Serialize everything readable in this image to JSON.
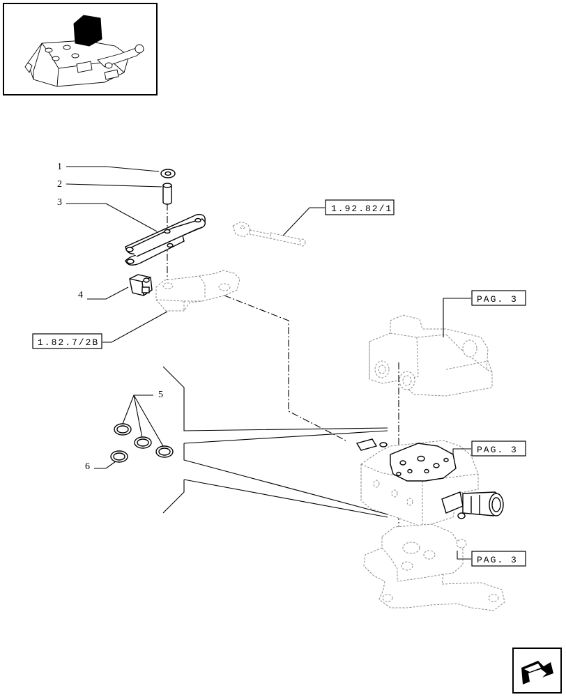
{
  "callouts": {
    "item_1": "1",
    "item_2": "2",
    "item_3": "3",
    "item_4": "4",
    "item_5": "5",
    "item_6": "6"
  },
  "references": {
    "ref_19282": "1.92.82/1",
    "ref_1827": "1.82.7/2B",
    "pag_top": "PAG. 3",
    "pag_mid": "PAG. 3",
    "pag_bottom": "PAG. 3"
  },
  "icons": {
    "thumbnail": "hydraulic-lift-thumbnail-icon",
    "navigation": "next-page-arrow-icon"
  }
}
